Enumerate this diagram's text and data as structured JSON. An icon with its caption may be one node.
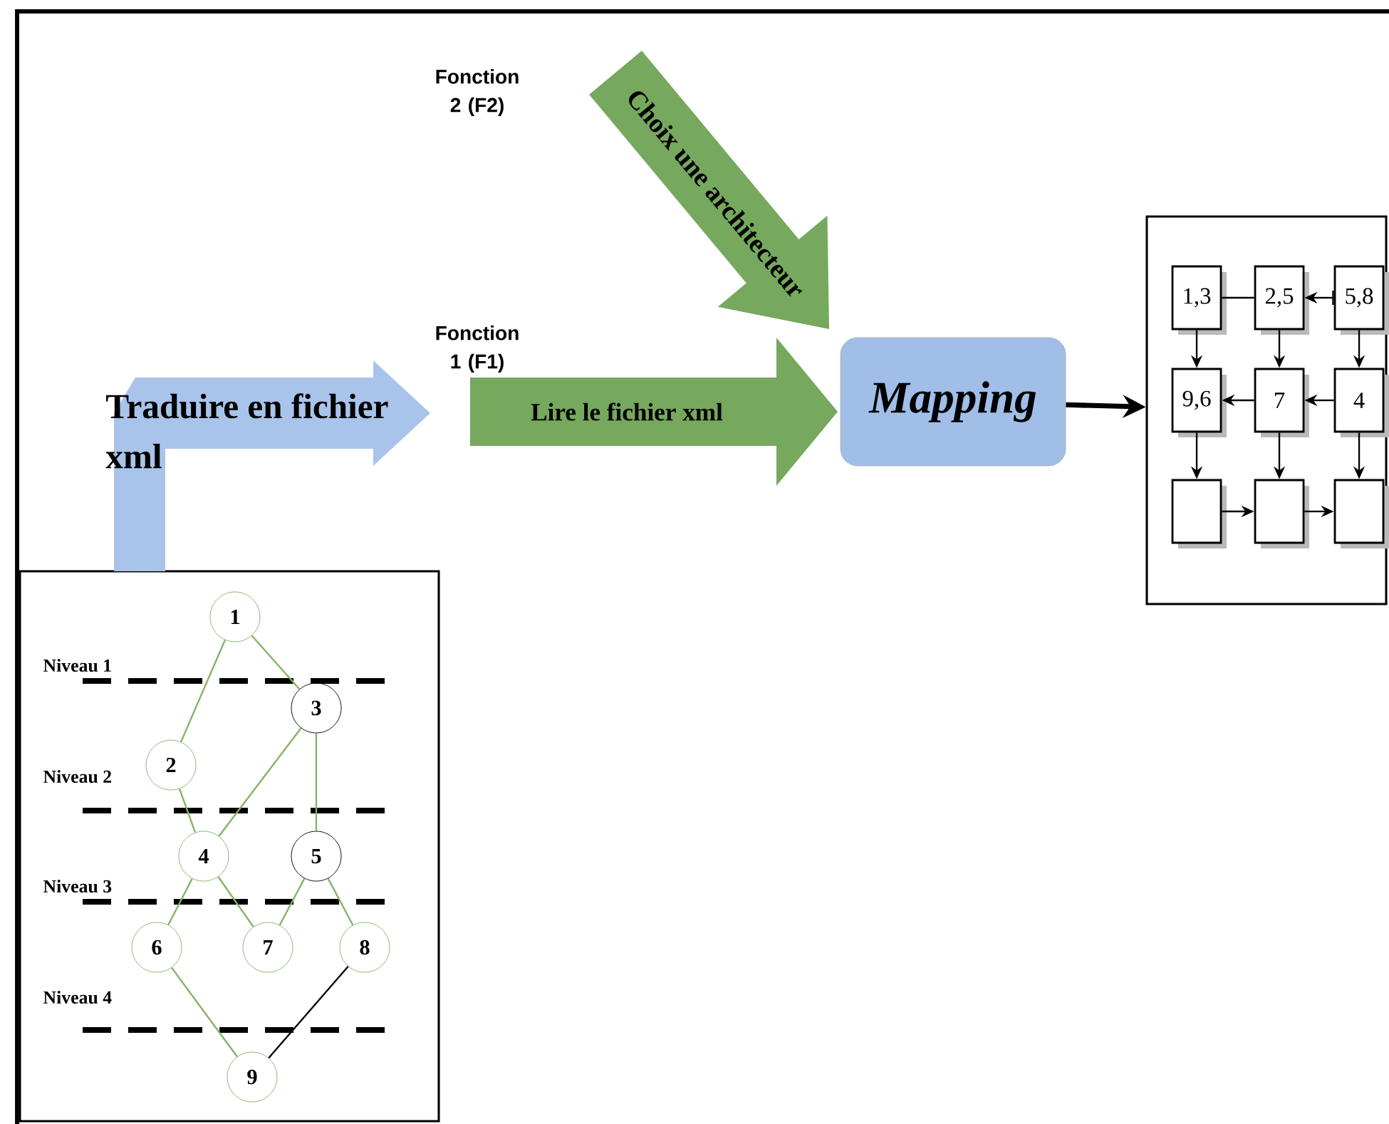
{
  "diagram": {
    "nodes": [
      {
        "text": [],
        "shape": "box"
      },
      {
        "text": [
          "1"
        ],
        "in": 0
      },
      {
        "text": [
          "2"
        ],
        "in": 0
      },
      {
        "text": [
          "3"
        ],
        "in": 0
      },
      {
        "text": [
          "4"
        ],
        "in": 0
      },
      {
        "text": [
          "5"
        ],
        "in": 0
      },
      {
        "text": [
          "6"
        ],
        "in": 0
      },
      {
        "text": [
          "7"
        ],
        "in": 0
      },
      {
        "text": [
          "8"
        ],
        "in": 0
      },
      {
        "text": [
          "9"
        ],
        "in": 0
      },
      {
        "text": [
          "Mapping"
        ]
      },
      {
        "text": [],
        "shape": "box"
      },
      {
        "text": [
          "1,3"
        ],
        "in": 11
      },
      {
        "text": [
          "2,5"
        ],
        "in": 11
      },
      {
        "text": [
          "5,8"
        ],
        "in": 11
      },
      {
        "text": [
          "9,6"
        ],
        "in": 11
      },
      {
        "text": [
          "7"
        ],
        "in": 11
      },
      {
        "text": [
          "4"
        ],
        "in": 11
      },
      {
        "text": [],
        "shape": "box",
        "in": 11
      },
      {
        "text": [],
        "shape": "box",
        "in": 11
      },
      {
        "text": [],
        "shape": "box",
        "in": 11
      }
    ],
    "edges": [
      {
        "from": 0,
        "to": null,
        "arrow": "to",
        "label": "Traduire en fichier xml",
        "color": "#a9c4eb"
      },
      {
        "from": null,
        "to": 10,
        "arrow": "to",
        "label": "Lire le fichier xml",
        "color": "#76a85e"
      },
      {
        "from": null,
        "to": 10,
        "arrow": "to",
        "label": "Choix une architecteur",
        "color": "#76a85e"
      },
      {
        "from": 10,
        "to": 11,
        "arrow": "to",
        "style": "thick"
      },
      {
        "from": 1,
        "to": 2,
        "arrow": "none",
        "color": "#82b366"
      },
      {
        "from": 1,
        "to": 3,
        "arrow": "none",
        "color": "#82b366"
      },
      {
        "from": 2,
        "to": 4,
        "arrow": "none",
        "color": "#82b366"
      },
      {
        "from": 3,
        "to": 4,
        "arrow": "none",
        "color": "#82b366"
      },
      {
        "from": 3,
        "to": 5,
        "arrow": "none",
        "color": "#82b366"
      },
      {
        "from": 4,
        "to": 6,
        "arrow": "none",
        "color": "#82b366"
      },
      {
        "from": 4,
        "to": 7,
        "arrow": "none",
        "color": "#82b366"
      },
      {
        "from": 5,
        "to": 7,
        "arrow": "none",
        "color": "#82b366"
      },
      {
        "from": 5,
        "to": 8,
        "arrow": "none",
        "color": "#82b366"
      },
      {
        "from": 6,
        "to": 9,
        "arrow": "none",
        "color": "#82b366"
      },
      {
        "from": 8,
        "to": 9,
        "arrow": "none"
      },
      {
        "from": 12,
        "to": 13,
        "arrow": "none"
      },
      {
        "from": 14,
        "to": 13,
        "arrow": "to"
      },
      {
        "from": 12,
        "to": 15,
        "arrow": "to"
      },
      {
        "from": 13,
        "to": 16,
        "arrow": "to"
      },
      {
        "from": 14,
        "to": 17,
        "arrow": "to"
      },
      {
        "from": 17,
        "to": 16,
        "arrow": "to"
      },
      {
        "from": 16,
        "to": 15,
        "arrow": "to"
      },
      {
        "from": 15,
        "to": 18,
        "arrow": "to"
      },
      {
        "from": 16,
        "to": 19,
        "arrow": "to"
      },
      {
        "from": 17,
        "to": 20,
        "arrow": "to"
      },
      {
        "from": 18,
        "to": 19,
        "arrow": "to"
      },
      {
        "from": 19,
        "to": 20,
        "arrow": "to"
      }
    ],
    "labels": [
      "Fonction 2 (F2)",
      "Fonction 1 (F1)",
      "Niveau 1",
      "Niveau 2",
      "Niveau 3",
      "Niveau 4"
    ]
  }
}
